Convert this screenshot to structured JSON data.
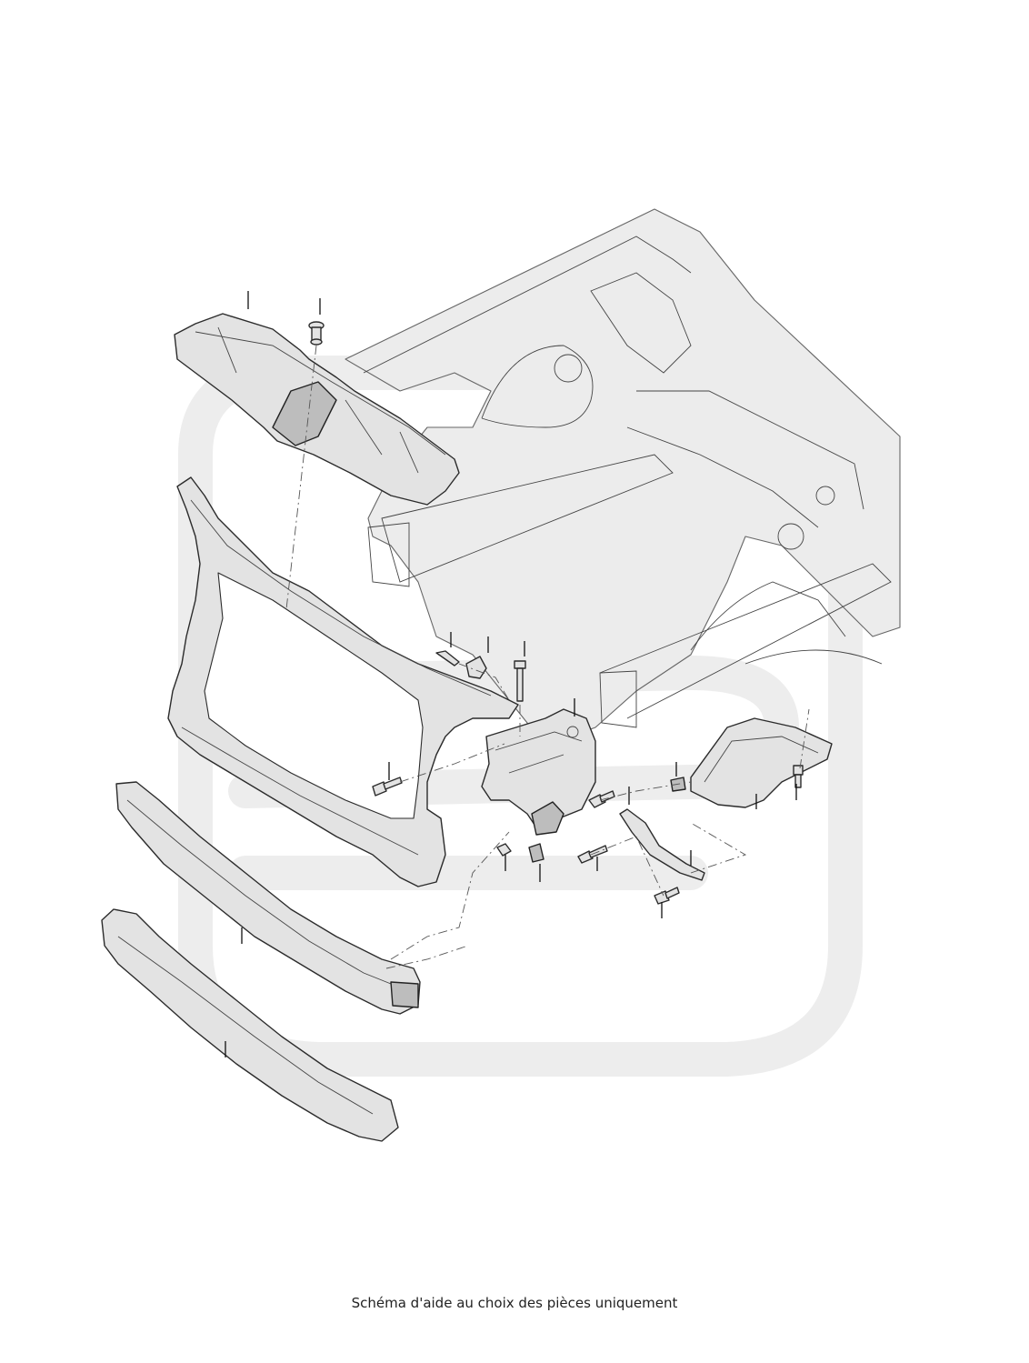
{
  "caption": "Schéma d'aide au choix des pièces uniquement",
  "colors": {
    "background": "#ffffff",
    "part_fill": "#e3e3e3",
    "part_outline": "#2b2b2b",
    "watermark": "#ededed"
  },
  "parts": [
    "air-guide-cover",
    "expanding-rivet",
    "lock-carrier",
    "bolt-left",
    "screw-top-1",
    "clip-top",
    "bolt-vertical",
    "carrier-bracket",
    "bolt-mid",
    "nut-lower",
    "clip-lower",
    "screw-lower",
    "strap-bracket",
    "bolt-bottom",
    "nut-side",
    "side-guide-bracket",
    "screw-side",
    "bumper-reinforcement",
    "impact-absorber"
  ]
}
